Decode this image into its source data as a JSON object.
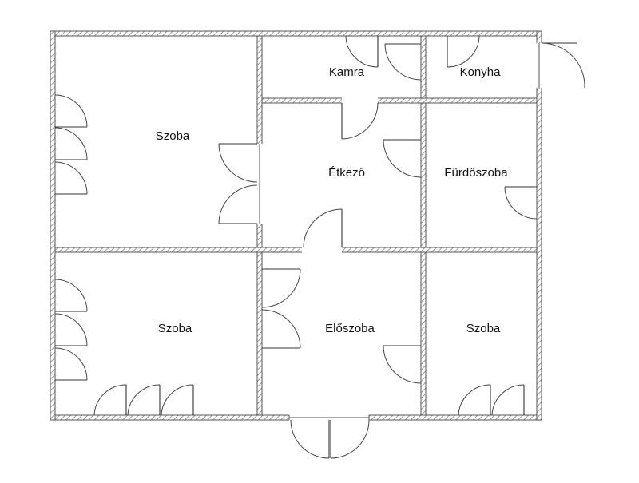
{
  "rooms": {
    "szoba_top": "Szoba",
    "kamra": "Kamra",
    "konyha": "Konyha",
    "etkezo": "Étkező",
    "furdoszoba": "Fürdőszoba",
    "szoba_bottom_left": "Szoba",
    "eloszoba": "Előszoba",
    "szoba_bottom_right": "Szoba"
  },
  "colors": {
    "wall_hatch": "#9a9a9a",
    "wall_outline": "#555555",
    "background": "#ffffff",
    "text": "#111111"
  }
}
